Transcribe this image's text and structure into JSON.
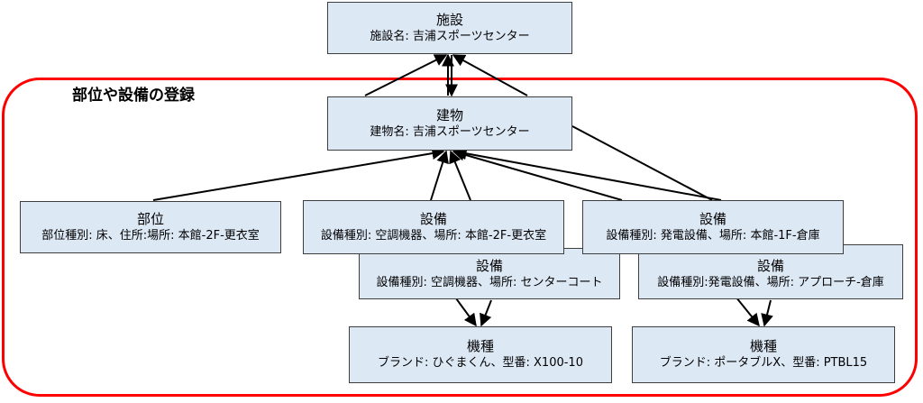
{
  "region": {
    "label": "部位や設備の登録",
    "color": "#ff0000"
  },
  "nodes": {
    "facility": {
      "title": "施設",
      "subtitle": "施設名: 吉浦スポーツセンター"
    },
    "building": {
      "title": "建物",
      "subtitle": "建物名: 吉浦スポーツセンター"
    },
    "part": {
      "title": "部位",
      "subtitle": "部位種別: 床、住所:場所: 本館-2F-更衣室"
    },
    "equip1": {
      "title": "設備",
      "subtitle": "設備種別: 空調機器、場所: 本館-2F-更衣室"
    },
    "equip2": {
      "title": "設備",
      "subtitle": "設備種別: 発電設備、場所: 本館-1F-倉庫"
    },
    "equip3": {
      "title": "設備",
      "subtitle": "設備種別: 空調機器、場所: センターコート"
    },
    "equip4": {
      "title": "設備",
      "subtitle": "設備種別:発電設備、場所: アプローチ-倉庫"
    },
    "model1": {
      "title": "機種",
      "subtitle": "ブランド: ひぐまくん、型番: X100-10"
    },
    "model2": {
      "title": "機種",
      "subtitle": "ブランド: ポータブルX、型番: PTBL15"
    }
  },
  "colors": {
    "node_fill": "#dde8f5",
    "node_border": "#3e3e3e",
    "edge": "#000000"
  }
}
